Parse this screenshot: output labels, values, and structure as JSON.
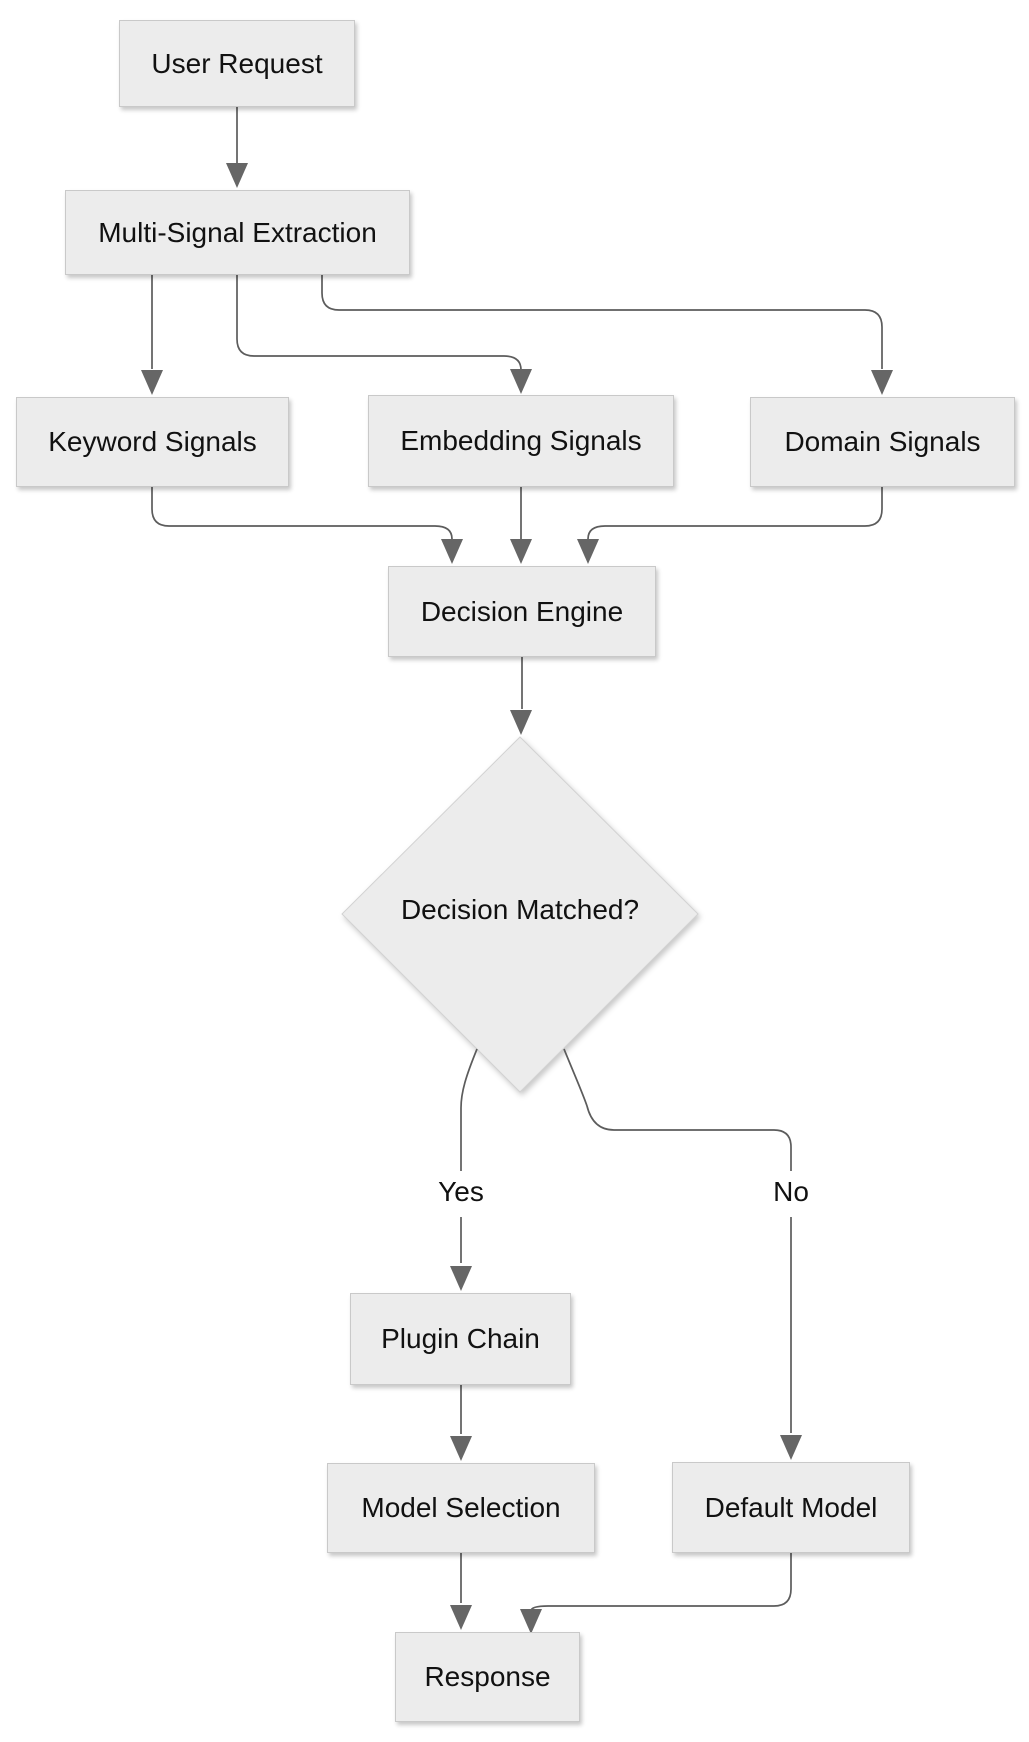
{
  "diagram": {
    "type": "flowchart",
    "direction": "top-down"
  },
  "nodes": {
    "user_request": "User Request",
    "multi_signal_extraction": "Multi-Signal Extraction",
    "keyword_signals": "Keyword Signals",
    "embedding_signals": "Embedding Signals",
    "domain_signals": "Domain Signals",
    "decision_engine": "Decision Engine",
    "decision_matched": "Decision Matched?",
    "plugin_chain": "Plugin Chain",
    "model_selection": "Model Selection",
    "default_model": "Default Model",
    "response": "Response"
  },
  "edges": [
    {
      "from": "user_request",
      "to": "multi_signal_extraction",
      "label": ""
    },
    {
      "from": "multi_signal_extraction",
      "to": "keyword_signals",
      "label": ""
    },
    {
      "from": "multi_signal_extraction",
      "to": "embedding_signals",
      "label": ""
    },
    {
      "from": "multi_signal_extraction",
      "to": "domain_signals",
      "label": ""
    },
    {
      "from": "keyword_signals",
      "to": "decision_engine",
      "label": ""
    },
    {
      "from": "embedding_signals",
      "to": "decision_engine",
      "label": ""
    },
    {
      "from": "domain_signals",
      "to": "decision_engine",
      "label": ""
    },
    {
      "from": "decision_engine",
      "to": "decision_matched",
      "label": ""
    },
    {
      "from": "decision_matched",
      "to": "plugin_chain",
      "label": "Yes"
    },
    {
      "from": "decision_matched",
      "to": "default_model",
      "label": "No"
    },
    {
      "from": "plugin_chain",
      "to": "model_selection",
      "label": ""
    },
    {
      "from": "model_selection",
      "to": "response",
      "label": ""
    },
    {
      "from": "default_model",
      "to": "response",
      "label": ""
    }
  ],
  "colors": {
    "node_fill": "#ececec",
    "node_border": "#c9c9c9",
    "edge_stroke": "#5c5c5c",
    "arrowhead_fill": "#666666",
    "text": "#111111",
    "background": "#ffffff"
  }
}
